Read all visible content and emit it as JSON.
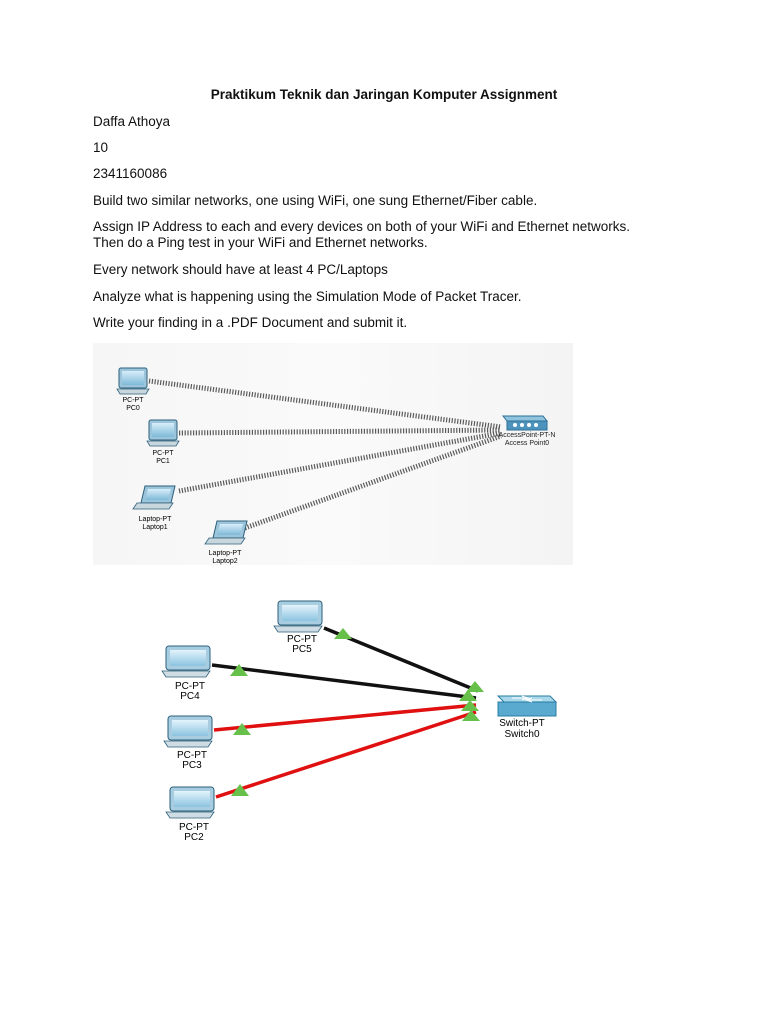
{
  "doc": {
    "title": "Praktikum Teknik dan Jaringan Komputer Assignment",
    "author": "Daffa Athoya",
    "number": "10",
    "student_id": "2341160086",
    "p1": "Build two similar networks, one using WiFi, one sung Ethernet/Fiber cable.",
    "p2_line1": "Assign IP Address to each and every devices on both of your WiFi and Ethernet networks.",
    "p2_line2": "Then do a Ping test in your WiFi and Ethernet networks.",
    "p3": "Every network should have at least 4 PC/Laptops",
    "p4": "Analyze what is happening using the Simulation Mode of Packet Tracer.",
    "p5": "Write your finding in a .PDF Document and submit it."
  },
  "wifi_diagram": {
    "ap": {
      "type": "AccessPoint-PT-N",
      "name": "Access Point0"
    },
    "nodes": [
      {
        "type": "PC-PT",
        "name": "PC0"
      },
      {
        "type": "PC-PT",
        "name": "PC1"
      },
      {
        "type": "Laptop-PT",
        "name": "Laptop1"
      },
      {
        "type": "Laptop-PT",
        "name": "Laptop2"
      }
    ]
  },
  "eth_diagram": {
    "switch": {
      "type": "Switch-PT",
      "name": "Switch0"
    },
    "nodes": [
      {
        "type": "PC-PT",
        "name": "PC5",
        "cable": "black"
      },
      {
        "type": "PC-PT",
        "name": "PC4",
        "cable": "black"
      },
      {
        "type": "PC-PT",
        "name": "PC3",
        "cable": "red"
      },
      {
        "type": "PC-PT",
        "name": "PC2",
        "cable": "red"
      }
    ],
    "colors": {
      "copper": "#111111",
      "crossover": "#e01010",
      "link_up": "#66c04a"
    }
  }
}
